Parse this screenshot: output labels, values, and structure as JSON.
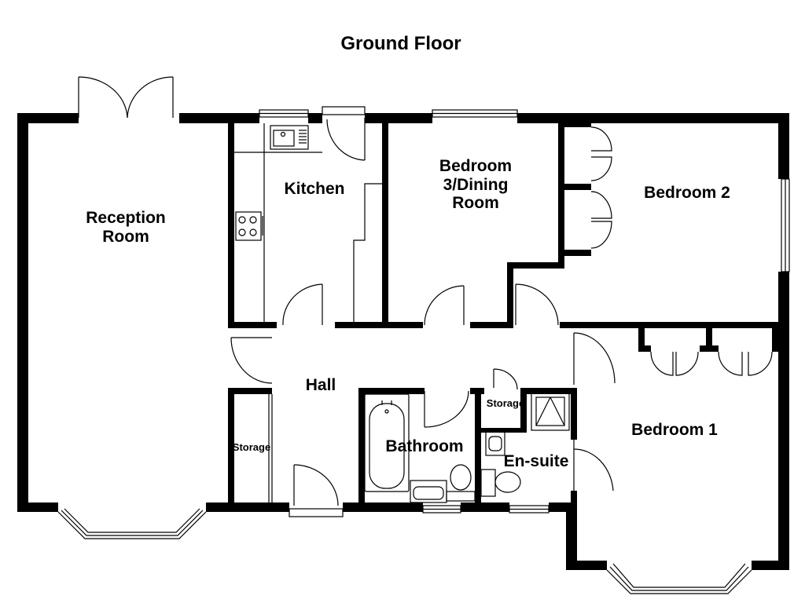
{
  "title": "Ground Floor",
  "rooms": {
    "reception": [
      "Reception",
      "Room"
    ],
    "kitchen": "Kitchen",
    "bedroom3": [
      "Bedroom",
      "3/Dining",
      "Room"
    ],
    "bedroom2": "Bedroom 2",
    "hall": "Hall",
    "storage_left": "Storage",
    "bathroom": "Bathroom",
    "storage_small": "Storage",
    "ensuite": "En-suite",
    "bedroom1": "Bedroom 1"
  }
}
